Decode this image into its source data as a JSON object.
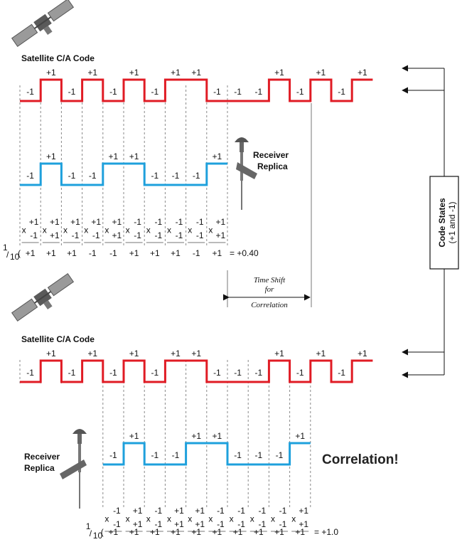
{
  "colors": {
    "satellite": "#e01b24",
    "replica": "#1ea0dc",
    "ink": "#111111",
    "grey": "#777777"
  },
  "top": {
    "satellite_label": "Satellite C/A Code",
    "satellite_code": [
      -1,
      1,
      -1,
      1,
      -1,
      1,
      -1,
      1,
      1,
      -1,
      -1,
      -1,
      1,
      -1,
      1,
      -1,
      1
    ],
    "replica_label_1": "Receiver",
    "replica_label_2": "Replica",
    "replica_code": [
      -1,
      1,
      -1,
      -1,
      1,
      1,
      -1,
      -1,
      -1,
      1
    ],
    "products_top": [
      "+1",
      "+1",
      "+1",
      "+1",
      "+1",
      "-1",
      "-1",
      "-1",
      "-1",
      "+1"
    ],
    "products_bottom": [
      "-1",
      "+1",
      "-1",
      "-1",
      "+1",
      "-1",
      "-1",
      "-1",
      "-1",
      "+1"
    ],
    "results": [
      "+1",
      "+1",
      "+1",
      "-1",
      "-1",
      "+1",
      "+1",
      "+1",
      "-1",
      "+1"
    ],
    "result": "= +0.40"
  },
  "shift": {
    "line1": "Time Shift",
    "line2": "for",
    "line3": "Correlation"
  },
  "code_states": {
    "line1": "Code States",
    "line2": "(+1 and -1)"
  },
  "bottom": {
    "satellite_label": "Satellite C/A Code",
    "satellite_code": [
      -1,
      1,
      -1,
      1,
      -1,
      1,
      -1,
      1,
      1,
      -1,
      -1,
      -1,
      1,
      -1,
      1,
      -1,
      1
    ],
    "replica_label_1": "Receiver",
    "replica_label_2": "Replica",
    "replica_code": [
      -1,
      1,
      -1,
      -1,
      1,
      1,
      -1,
      -1,
      -1,
      1
    ],
    "products_top": [
      "-1",
      "+1",
      "-1",
      "+1",
      "+1",
      "-1",
      "-1",
      "-1",
      "-1",
      "+1"
    ],
    "products_bottom": [
      "-1",
      "+1",
      "-1",
      "+1",
      "+1",
      "-1",
      "-1",
      "-1",
      "-1",
      "+1"
    ],
    "results": [
      "+1",
      "+1",
      "+1",
      "+1",
      "+1",
      "+1",
      "+1",
      "+1",
      "+1",
      "+1"
    ],
    "result": "= +1.0",
    "correlation_label": "Correlation!"
  },
  "fraction": {
    "numerator": "1",
    "denominator": "10",
    "open_paren": "("
  }
}
